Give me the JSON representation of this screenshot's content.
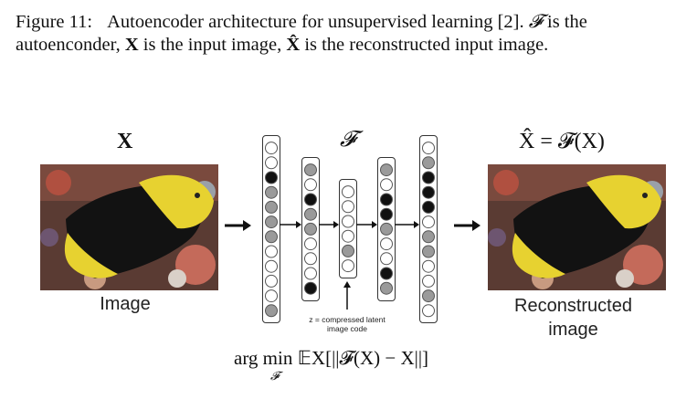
{
  "caption": {
    "figure_number": "Figure 11:",
    "line1_text": "Autoencoder architecture for unsupervised learning [2].",
    "F_symbol": "𝓕",
    "is_the": "is the",
    "line2_text": "autoenconder,",
    "X_symbol": "X",
    "input_desc": "is the input image,",
    "Xhat_symbol": "X̂",
    "recon_desc": "is the reconstructed input image."
  },
  "diagram": {
    "input_label": "X",
    "input_caption": "Image",
    "network_label": "𝓕",
    "output_label": "X̂ = 𝓕(X)",
    "output_caption_line1": "Reconstructed",
    "output_caption_line2": "image",
    "bottleneck_note_line1": "z = compressed latent",
    "bottleneck_note_line2": "image code",
    "objective": "arg min 𝔼X[||𝓕(X) − X||]",
    "objective_sub": "𝓕"
  },
  "colors": {
    "fish_yellow": "#e7d230",
    "fish_black": "#111111",
    "reef_red": "#8a3a2c"
  },
  "network": {
    "layers": [
      [
        "white",
        "white",
        "black",
        "gray",
        "gray",
        "gray",
        "gray",
        "white",
        "white",
        "white",
        "white",
        "gray"
      ],
      [
        "gray",
        "white",
        "black",
        "gray",
        "gray",
        "white",
        "white",
        "white",
        "black"
      ],
      [
        "white",
        "white",
        "white",
        "white",
        "gray",
        "white"
      ],
      [
        "gray",
        "white",
        "black",
        "black",
        "gray",
        "white",
        "white",
        "black",
        "gray"
      ],
      [
        "white",
        "gray",
        "black",
        "black",
        "black",
        "white",
        "gray",
        "gray",
        "white",
        "white",
        "gray",
        "white"
      ]
    ]
  }
}
